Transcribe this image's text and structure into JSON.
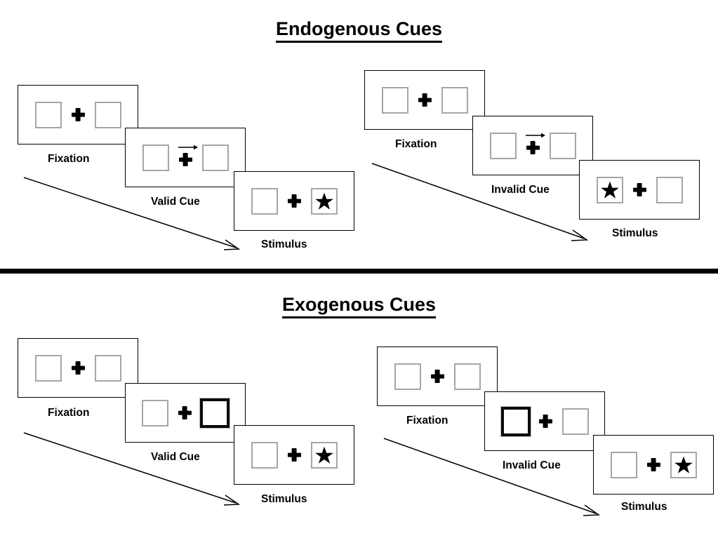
{
  "figure": {
    "title_top": "Endogenous Cues",
    "title_bottom": "Exogenous Cues",
    "colors": {
      "frame_border": "#000000",
      "box_border_normal": "#a6a6a6",
      "box_border_cued": "#0a0a0a",
      "ink": "#000000",
      "background": "#ffffff"
    }
  },
  "sections": [
    {
      "id": "endogenous",
      "title": "Endogenous Cues",
      "cue_type": "arrow",
      "conditions": [
        {
          "id": "endogenous-valid",
          "side": "left",
          "cue_label": "Valid Cue",
          "frames": [
            {
              "name": "fixation",
              "caption": "Fixation",
              "left_box": "empty",
              "right_box": "empty",
              "cue": "none",
              "target": "none"
            },
            {
              "name": "cue",
              "caption": "Valid Cue",
              "left_box": "empty",
              "right_box": "empty",
              "cue": "arrow-right",
              "target": "none"
            },
            {
              "name": "stimulus",
              "caption": "Stimulus",
              "left_box": "empty",
              "right_box": "star",
              "cue": "none",
              "target": "right"
            }
          ]
        },
        {
          "id": "endogenous-invalid",
          "side": "right",
          "cue_label": "Invalid Cue",
          "frames": [
            {
              "name": "fixation",
              "caption": "Fixation",
              "left_box": "empty",
              "right_box": "empty",
              "cue": "none",
              "target": "none"
            },
            {
              "name": "cue",
              "caption": "Invalid Cue",
              "left_box": "empty",
              "right_box": "empty",
              "cue": "arrow-right",
              "target": "none"
            },
            {
              "name": "stimulus",
              "caption": "Stimulus",
              "left_box": "star",
              "right_box": "empty",
              "cue": "none",
              "target": "left"
            }
          ]
        }
      ]
    },
    {
      "id": "exogenous",
      "title": "Exogenous Cues",
      "cue_type": "box-flash",
      "conditions": [
        {
          "id": "exogenous-valid",
          "side": "left",
          "cue_label": "Valid Cue",
          "frames": [
            {
              "name": "fixation",
              "caption": "Fixation",
              "left_box": "empty",
              "right_box": "empty",
              "cue": "none",
              "target": "none"
            },
            {
              "name": "cue",
              "caption": "Valid Cue",
              "left_box": "empty",
              "right_box": "cued",
              "cue": "box-right",
              "target": "none"
            },
            {
              "name": "stimulus",
              "caption": "Stimulus",
              "left_box": "empty",
              "right_box": "star",
              "cue": "none",
              "target": "right"
            }
          ]
        },
        {
          "id": "exogenous-invalid",
          "side": "right",
          "cue_label": "Invalid Cue",
          "frames": [
            {
              "name": "fixation",
              "caption": "Fixation",
              "left_box": "empty",
              "right_box": "empty",
              "cue": "none",
              "target": "none"
            },
            {
              "name": "cue",
              "caption": "Invalid Cue",
              "left_box": "cued",
              "right_box": "empty",
              "cue": "box-left",
              "target": "none"
            },
            {
              "name": "stimulus",
              "caption": "Stimulus",
              "left_box": "empty",
              "right_box": "star",
              "cue": "none",
              "target": "right"
            }
          ]
        }
      ]
    }
  ],
  "captions": {
    "fixation": "Fixation",
    "valid_cue": "Valid Cue",
    "invalid_cue": "Invalid Cue",
    "stimulus": "Stimulus"
  },
  "icons": {
    "fixation_cross": "plus-cross-icon",
    "arrow_cue": "arrow-right-icon",
    "star_target": "star-icon",
    "time_arrow": "diagonal-arrow-icon"
  }
}
